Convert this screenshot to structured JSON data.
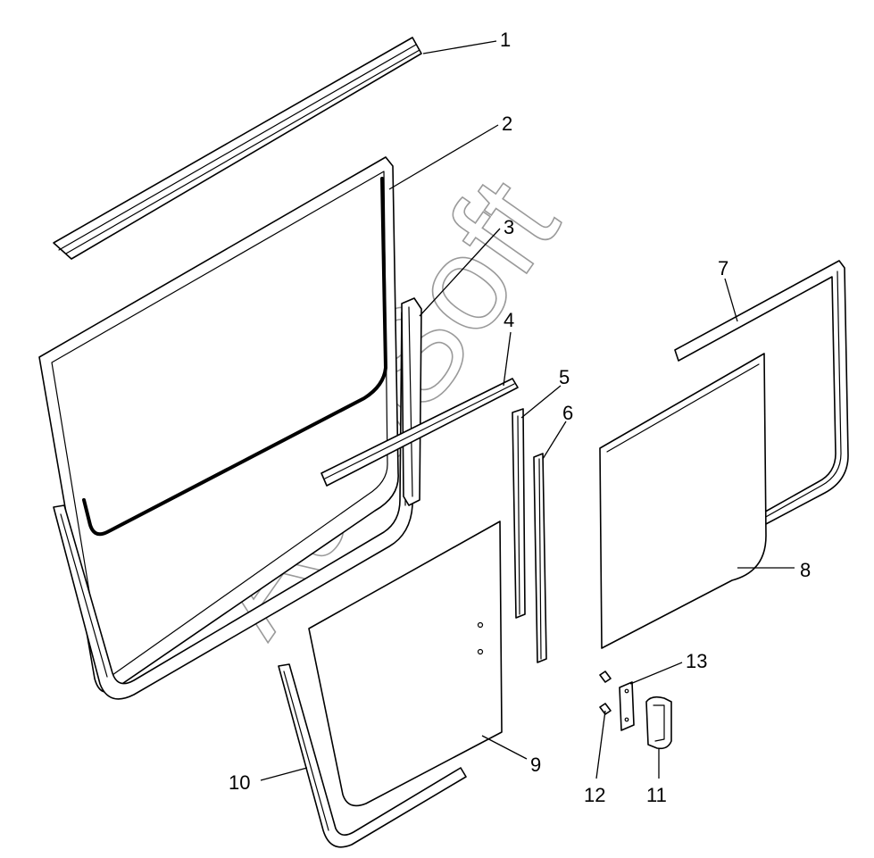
{
  "watermark": "AutoSoft",
  "colors": {
    "line": "#000000",
    "background": "#ffffff",
    "watermark": "#9a9a9a"
  },
  "callouts": [
    "1",
    "2",
    "3",
    "4",
    "5",
    "6",
    "7",
    "8",
    "9",
    "10",
    "11",
    "12",
    "13"
  ]
}
